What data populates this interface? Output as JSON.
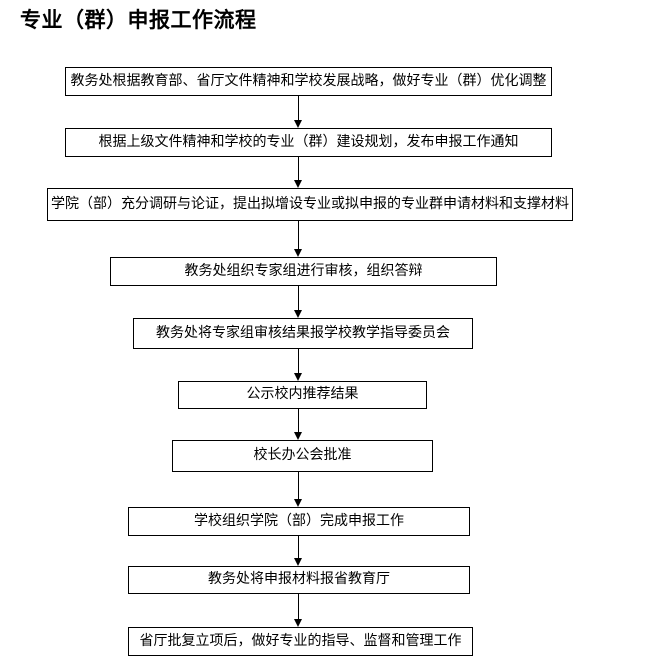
{
  "page": {
    "title": "专业（群）申报工作流程"
  },
  "flowchart": {
    "type": "flowchart",
    "direction": "top-down",
    "connector_style": "solid-line-with-down-arrowhead",
    "colors": {
      "box_border": "#000000",
      "box_fill": "#ffffff",
      "text": "#000000",
      "arrow": "#000000",
      "page_background": "#ffffff"
    },
    "steps": [
      {
        "label": "教务处根据教育部、省厅文件精神和学校发展战略，做好专业（群）优化调整"
      },
      {
        "label": "根据上级文件精神和学校的专业（群）建设规划，发布申报工作通知"
      },
      {
        "label": "学院（部）充分调研与论证，提出拟增设专业或拟申报的专业群申请材料和支撑材料"
      },
      {
        "label": "教务处组织专家组进行审核，组织答辩"
      },
      {
        "label": "教务处将专家组审核结果报学校教学指导委员会"
      },
      {
        "label": "公示校内推荐结果"
      },
      {
        "label": "校长办公会批准"
      },
      {
        "label": "学校组织学院（部）完成申报工作"
      },
      {
        "label": "教务处将申报材料报省教育厅"
      },
      {
        "label": "省厅批复立项后，做好专业的指导、监督和管理工作"
      }
    ]
  }
}
